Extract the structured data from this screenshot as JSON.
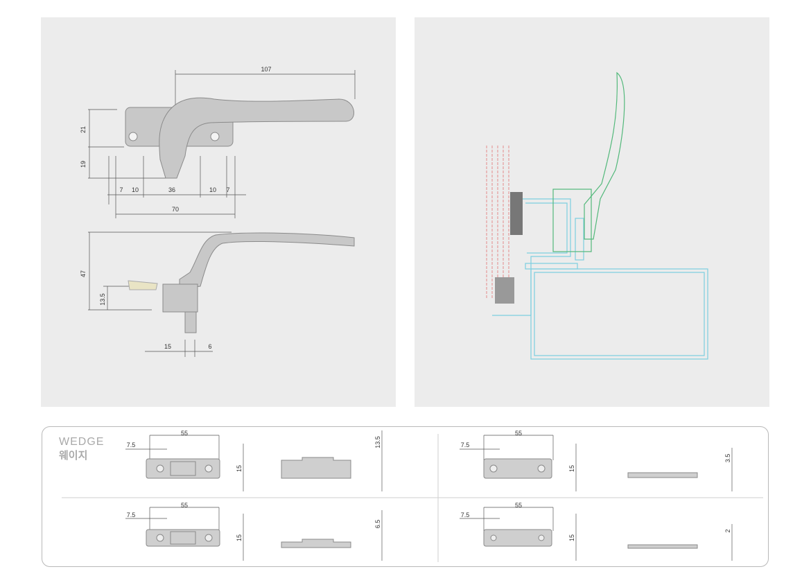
{
  "handle_top_view": {
    "dimensions": {
      "overall_length": "107",
      "height_upper": "21",
      "height_lower": "19",
      "offset_left": "7",
      "hole_left": "10",
      "center_span": "36",
      "hole_right": "10",
      "offset_right": "7",
      "base_width": "70"
    }
  },
  "handle_side_view": {
    "dimensions": {
      "height": "47",
      "lock_height": "13.5",
      "stem_width": "15",
      "stem_offset": "6"
    }
  },
  "wedge": {
    "title": "WEDGE",
    "subtitle": "웨이지",
    "items": [
      {
        "length": "55",
        "hole_offset": "7.5",
        "width": "15",
        "thickness": "13.5"
      },
      {
        "length": "55",
        "hole_offset": "7.5",
        "width": "15",
        "thickness": "3.5"
      },
      {
        "length": "55",
        "hole_offset": "7.5",
        "width": "15",
        "thickness": "6.5"
      },
      {
        "length": "55",
        "hole_offset": "7.5",
        "width": "15",
        "thickness": "2"
      }
    ]
  },
  "colors": {
    "panel_bg": "#ececec",
    "part_gray": "#c6c6c6",
    "frame_cyan": "#7ccfe0",
    "handle_green": "#52b87a",
    "glass_red": "#e48a8a"
  }
}
